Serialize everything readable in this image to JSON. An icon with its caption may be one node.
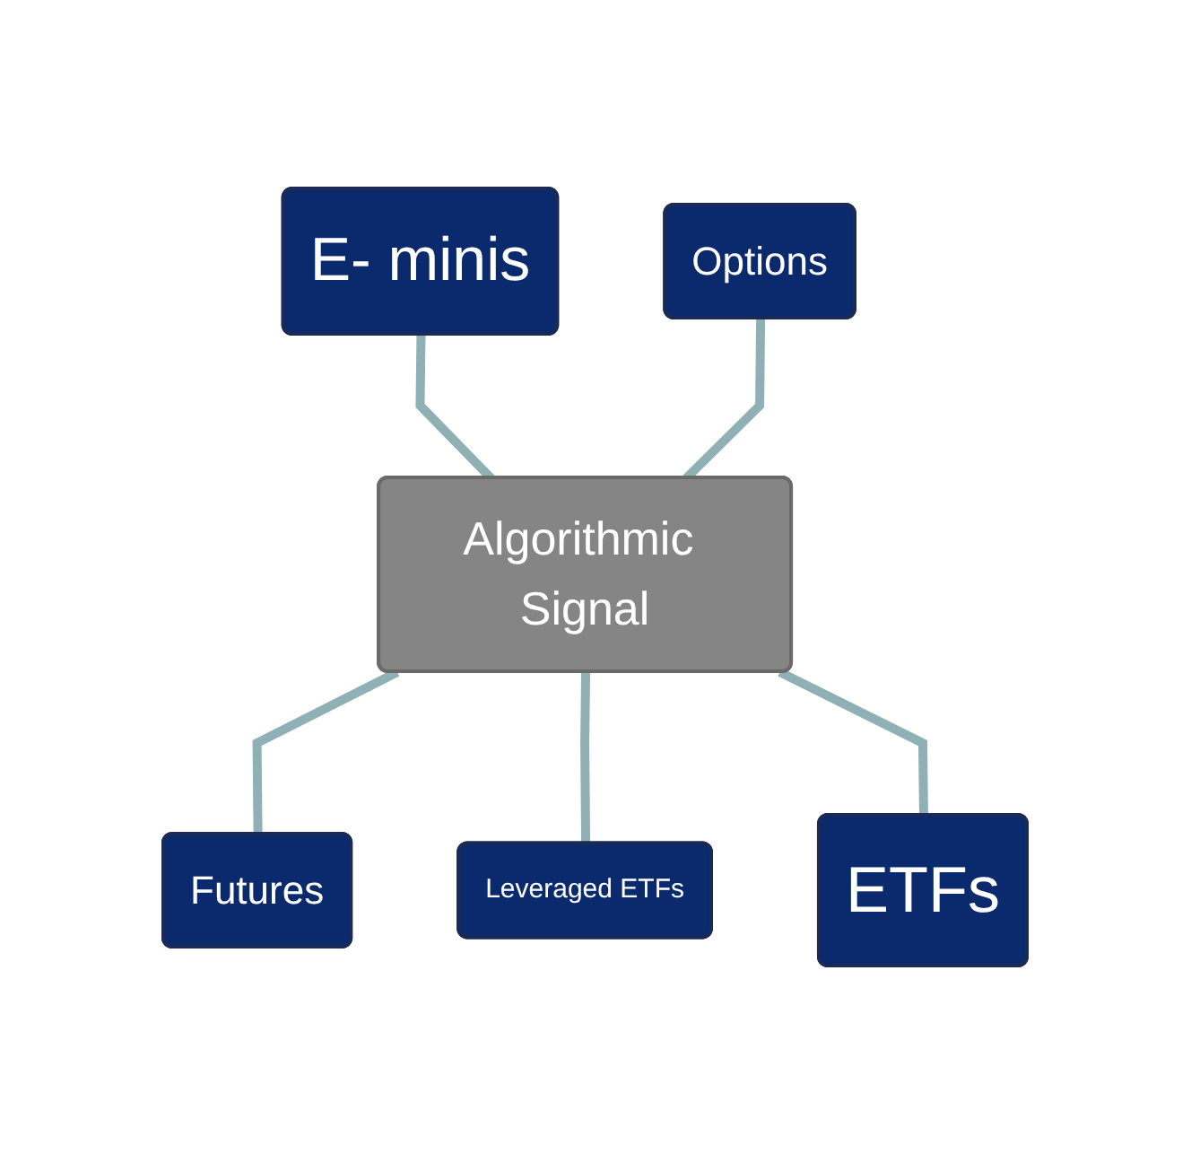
{
  "diagram": {
    "nodes": [
      {
        "text": [
          "E- minis"
        ]
      },
      {
        "text": [
          "Options"
        ]
      },
      {
        "text": [
          "Algorithmic Signal"
        ]
      },
      {
        "text": [
          "Futures"
        ]
      },
      {
        "text": [
          "Leveraged ETFs"
        ]
      },
      {
        "text": [
          "ETFs"
        ]
      }
    ],
    "edges": [
      {
        "from": 0,
        "to": 2,
        "arrow": "none"
      },
      {
        "from": 1,
        "to": 2,
        "arrow": "none"
      },
      {
        "from": 2,
        "to": 3,
        "arrow": "none"
      },
      {
        "from": 2,
        "to": 4,
        "arrow": "none"
      },
      {
        "from": 2,
        "to": 5,
        "arrow": "none"
      }
    ]
  }
}
